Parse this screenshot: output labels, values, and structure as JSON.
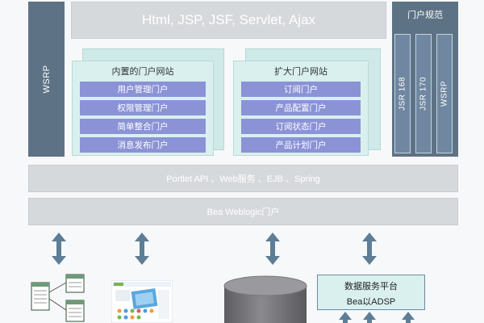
{
  "top_bar": {
    "label": "Html, JSP, JSF, Servlet, Ajax"
  },
  "left_column": {
    "label": "WSRP"
  },
  "portal_spec": {
    "title": "门户规范",
    "columns": [
      "JSR 168",
      "JSR 170",
      "WSRP"
    ]
  },
  "builtin_portal": {
    "title": "内置的门户网站",
    "items": [
      "用户管理门户",
      "权限管理门户",
      "简单整合门户",
      "消息发布门户"
    ]
  },
  "extended_portal": {
    "title": "扩大门户网站",
    "items": [
      "订阅门户",
      "产品配置门户",
      "订阅状态门户",
      "产品计划门户"
    ]
  },
  "api_bar": {
    "label": "Portlet API 、Web服务 、EJB 、Spring"
  },
  "server_bar": {
    "label": "Bea Weblogic门户"
  },
  "data_service": {
    "line1": "数据服务平台",
    "line2": "Bea以ADSP"
  },
  "colors": {
    "dark_blue": "#5d7385",
    "item_purple": "#8b93d6",
    "portal_teal": "#d9f0ef",
    "arrow": "#5d7e96"
  },
  "icons": [
    "org-chart-icon",
    "dashboard-screenshot-icon",
    "database-cylinder-icon",
    "double-arrow-icon"
  ]
}
